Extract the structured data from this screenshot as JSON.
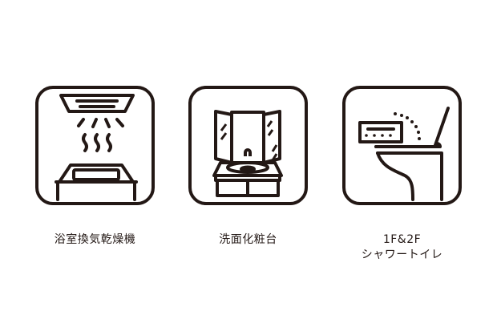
{
  "features": [
    {
      "icon": "bathroom-dryer-icon",
      "label_lines": [
        "浴室換気乾燥機"
      ]
    },
    {
      "icon": "vanity-unit-icon",
      "label_lines": [
        "洗面化粧台"
      ]
    },
    {
      "icon": "washlet-toilet-icon",
      "label_lines": [
        "1F&2F",
        "シャワートイレ"
      ]
    }
  ],
  "colors": {
    "stroke": "#231815",
    "background": "#ffffff"
  }
}
